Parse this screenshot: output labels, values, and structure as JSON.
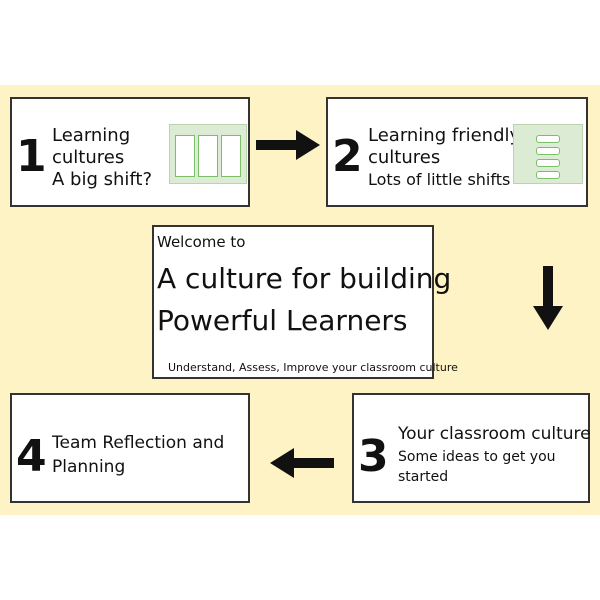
{
  "steps": [
    {
      "number": "1",
      "title": "Learning\ncultures",
      "subtitle": "A big shift?"
    },
    {
      "number": "2",
      "title": "Learning friendly\ncultures",
      "subtitle": "Lots of little shifts"
    },
    {
      "number": "3",
      "title": "Your classroom culture",
      "subtitle": "Some ideas to get you\nstarted"
    },
    {
      "number": "4",
      "title": "Team Reflection and\nPlanning",
      "subtitle": ""
    }
  ],
  "center": {
    "welcome": "Welcome to",
    "title_line1": "A culture for building",
    "title_line2": "Powerful Learners",
    "tagline": "Understand, Assess, Improve your classroom culture"
  },
  "colors": {
    "background": "#fdf3c4",
    "thumb": "#dcebd3",
    "accent": "#7cbf6a"
  }
}
